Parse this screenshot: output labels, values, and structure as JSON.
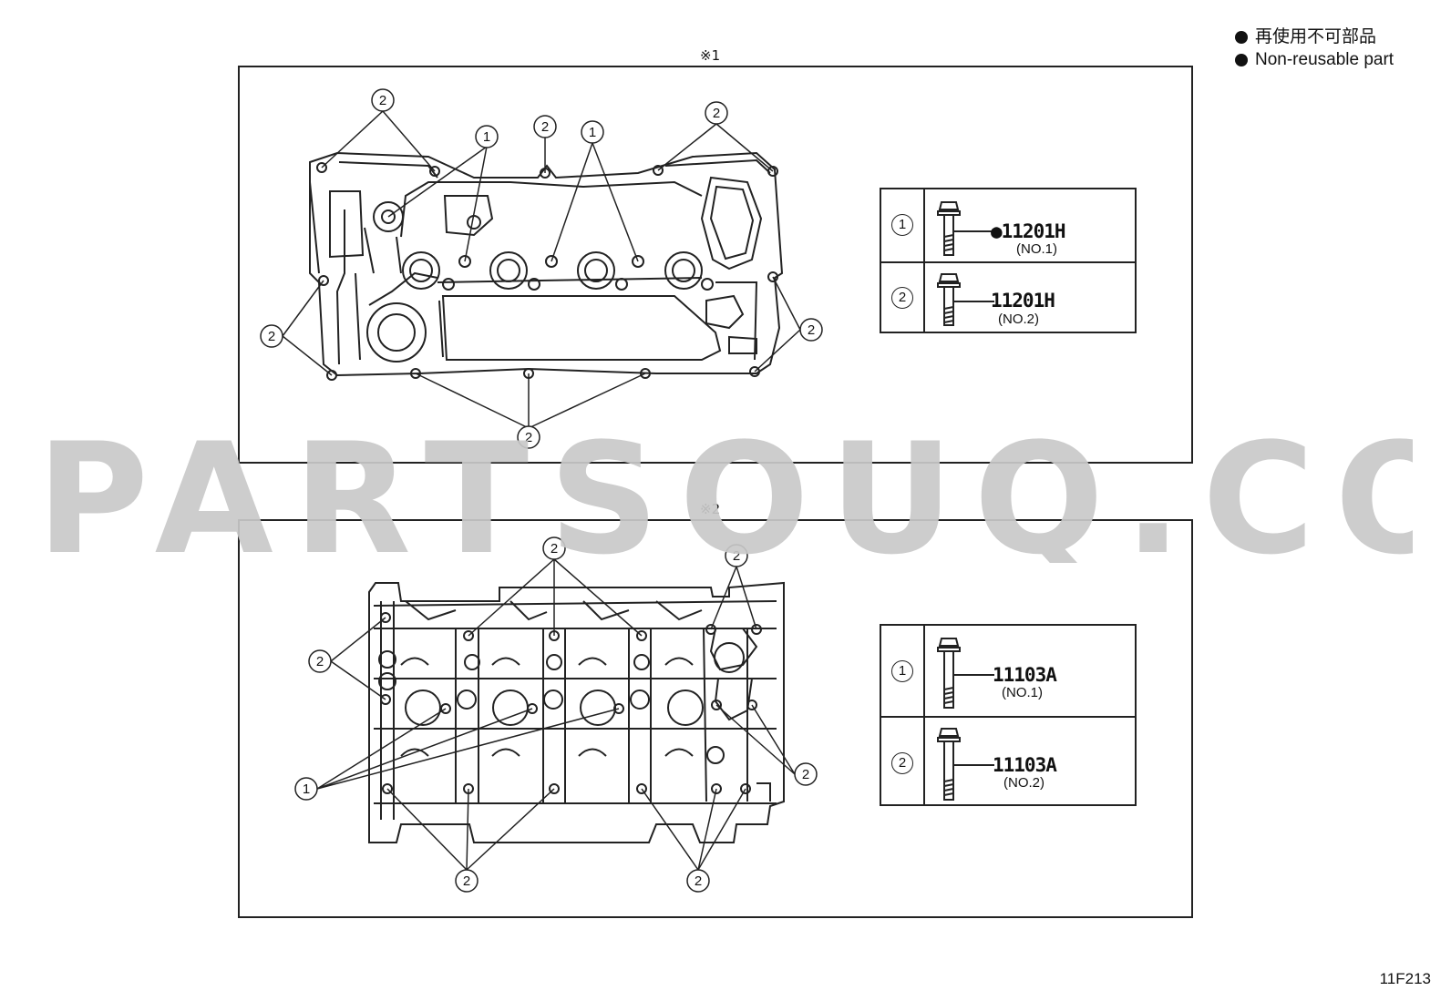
{
  "legend": {
    "items": [
      {
        "label": "再使用不可部品"
      },
      {
        "label": "Non-reusable part"
      }
    ]
  },
  "figure_code": "11F213",
  "watermark": "PARTSOUQ.COM",
  "sections": [
    {
      "mark": "※1",
      "table": [
        {
          "index": "1",
          "part": "●11201H",
          "sub": "(NO.1)"
        },
        {
          "index": "2",
          "part": "11201H",
          "sub": "(NO.2)"
        }
      ]
    },
    {
      "mark": "※2",
      "table": [
        {
          "index": "1",
          "part": "11103A",
          "sub": "(NO.1)"
        },
        {
          "index": "2",
          "part": "11103A",
          "sub": "(NO.2)"
        }
      ]
    }
  ],
  "callout_labels": {
    "one": "1",
    "two": "2"
  }
}
